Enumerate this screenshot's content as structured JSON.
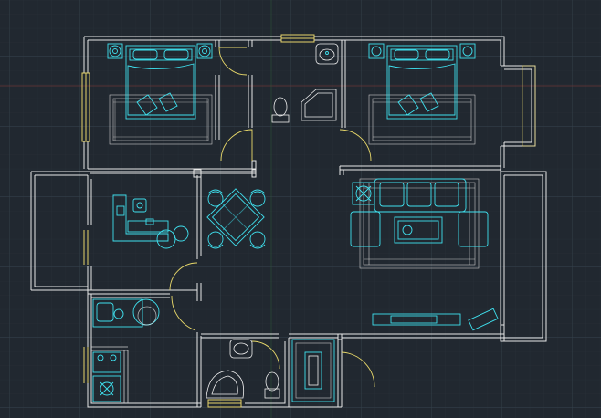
{
  "colors": {
    "background": "#212830",
    "grid_minor": "#2a323b",
    "grid_major": "#323b46",
    "axis_red": "#7a3a3a",
    "axis_green": "#3a6a3e",
    "wall": "#e8e8e8",
    "door_window": "#e6d36a",
    "furniture": "#3fe0ee"
  },
  "drawing": {
    "type": "floor-plan",
    "rooms": [
      "master-bedroom",
      "bathroom",
      "second-bedroom",
      "study",
      "dining-area",
      "living-room",
      "kitchen",
      "guest-bathroom",
      "entry-hall"
    ]
  }
}
